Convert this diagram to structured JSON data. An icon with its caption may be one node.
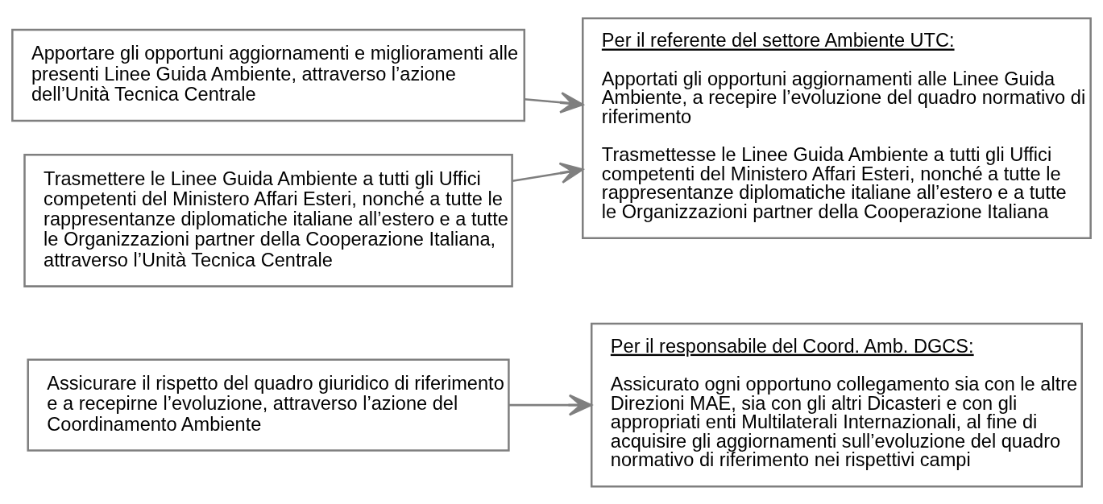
{
  "diagram": {
    "nodes": [
      {
        "text": [
          "Assicurare il rispetto del quadro giuridico di riferimento e a recepirne l’evoluzione, attraverso l’azione del Coordinamento Ambiente"
        ]
      },
      {
        "text": [
          "Per il responsabile del Coord. Amb. DGCS:",
          "Assicurato ogni opportuno collegamento sia con le altre Direzioni MAE, sia con gli altri Dicasteri e con gli appropriati enti Multilaterali Internazionali, al fine di acquisire gli aggiornamenti sull’evoluzione del quadro normativo di riferimento nei rispettivi campi"
        ]
      },
      {
        "text": [
          "Apportare gli opportuni aggiornamenti e miglioramenti alle presenti Linee Guida Ambiente, attraverso l’azione dell’Unità Tecnica Centrale"
        ]
      },
      {
        "text": [
          "Per il referente del settore Ambiente UTC:",
          "Apportati gli opportuni aggiornamenti alle Linee Guida Ambiente, a recepire l’evoluzione del quadro normativo di riferimento",
          "Trasmettesse le Linee Guida Ambiente a tutti gli Uffici competenti del Ministero Affari Esteri, nonché a tutte le rappresentanze diplomatiche italiane all’estero e a tutte le Organizzazioni partner della Cooperazione Italiana"
        ]
      },
      {
        "text": [
          "Trasmettere le Linee Guida Ambiente a tutti gli Uffici competenti del Ministero Affari Esteri, nonché a tutte le rappresentanze diplomatiche italiane all’estero e a tutte le Organizzazioni partner della Cooperazione Italiana, attraverso l’Unità Tecnica Centrale"
        ]
      }
    ],
    "edges": [
      {
        "from": 0,
        "to": 1,
        "arrow": "to"
      },
      {
        "from": 2,
        "to": 3,
        "arrow": "to"
      },
      {
        "from": 4,
        "to": 3,
        "arrow": "to"
      }
    ]
  }
}
